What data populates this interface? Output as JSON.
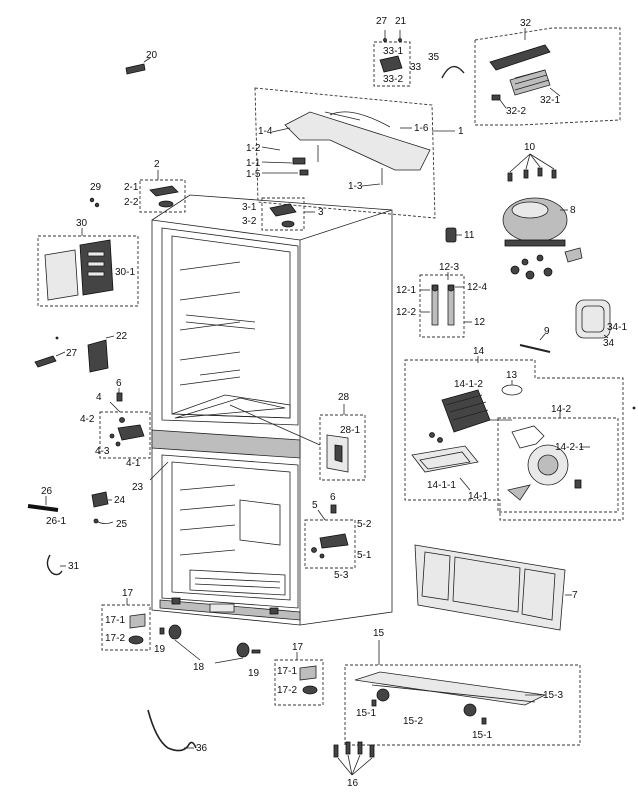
{
  "labels": {
    "l1": "1",
    "l1_3": "1-3",
    "l1_4": "1-4",
    "l1_5": "1-5",
    "l1_6": "1-6",
    "l1_1": "1-1",
    "l1_2": "1-2",
    "l2": "2",
    "l2_1": "2-1",
    "l2_2": "2-2",
    "l3": "3",
    "l3_1": "3-1",
    "l3_2": "3-2",
    "l4": "4",
    "l4_1": "4-1",
    "l4_2": "4-2",
    "l4_3": "4-3",
    "l5": "5",
    "l5_1": "5-1",
    "l5_2": "5-2",
    "l5_3": "5-3",
    "l6a": "6",
    "l6b": "6",
    "l7": "7",
    "l8": "8",
    "l9": "9",
    "l10": "10",
    "l11": "11",
    "l12": "12",
    "l12_1": "12-1",
    "l12_2": "12-2",
    "l12_3": "12-3",
    "l12_4": "12-4",
    "l13": "13",
    "l14": "14",
    "l14_1": "14-1",
    "l14_1_1": "14-1-1",
    "l14_1_2": "14-1-2",
    "l14_2": "14-2",
    "l14_2_1": "14-2-1",
    "l15": "15",
    "l15_1a": "15-1",
    "l15_1b": "15-1",
    "l15_2": "15-2",
    "l15_3": "15-3",
    "l16": "16",
    "l17a": "17",
    "l17_1a": "17-1",
    "l17_2a": "17-2",
    "l17b": "17",
    "l17_1b": "17-1",
    "l17_2b": "17-2",
    "l18": "18",
    "l19a": "19",
    "l19b": "19",
    "l20": "20",
    "l21": "21",
    "l22": "22",
    "l23": "23",
    "l24": "24",
    "l25": "25",
    "l26": "26",
    "l26_1": "26-1",
    "l27a": "27",
    "l27b": "27",
    "l28": "28",
    "l28_1": "28-1",
    "l29": "29",
    "l30": "30",
    "l30_1": "30-1",
    "l31": "31",
    "l32": "32",
    "l32_1": "32-1",
    "l32_2": "32-2",
    "l33": "33",
    "l33_1": "33-1",
    "l33_2": "33-2",
    "l34": "34",
    "l34_1": "34-1",
    "l35": "35",
    "l36": "36"
  }
}
